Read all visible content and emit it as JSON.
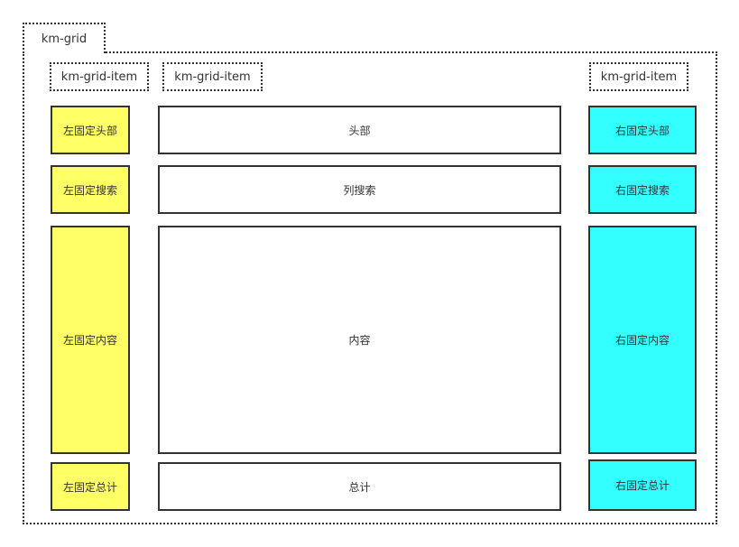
{
  "grid": {
    "label": "km-grid"
  },
  "grid_items": {
    "left_label": "km-grid-item",
    "center_label": "km-grid-item",
    "right_label": "km-grid-item"
  },
  "left_column": {
    "header": "左固定头部",
    "search": "左固定搜索",
    "content": "左固定内容",
    "total": "左固定总计",
    "color": "#FFFF66"
  },
  "center_column": {
    "header": "头部",
    "search": "列搜索",
    "content": "内容",
    "total": "总计",
    "color": "#FFFFFF"
  },
  "right_column": {
    "header": "右固定头部",
    "search": "右固定搜索",
    "content": "右固定内容",
    "total": "右固定总计",
    "color": "#33FFFF"
  }
}
